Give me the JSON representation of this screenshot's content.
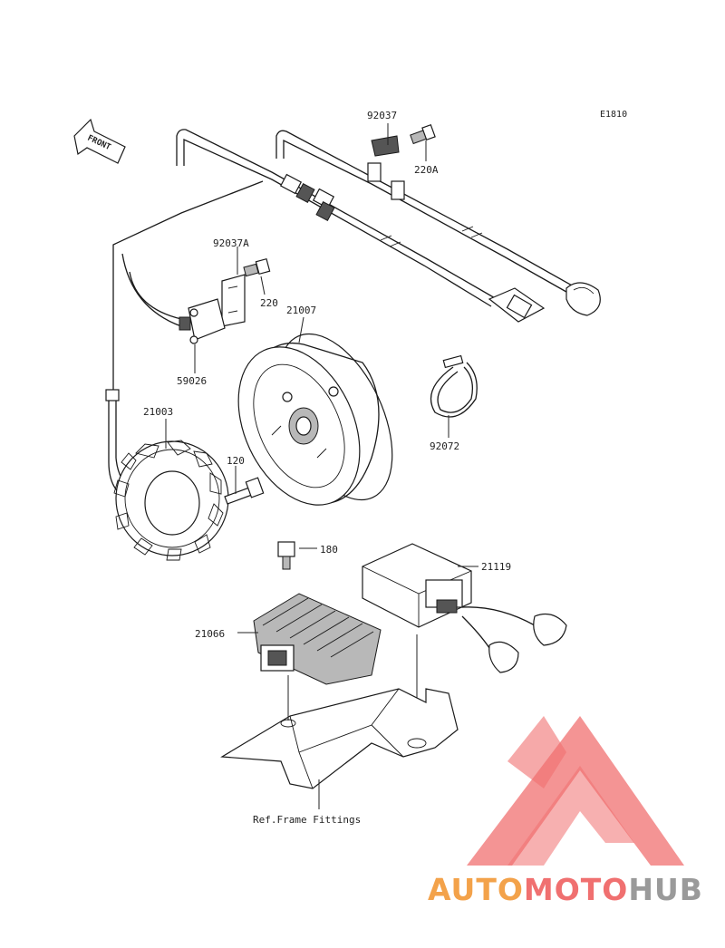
{
  "diagram_code": "E1810",
  "front_marker": "FRONT",
  "parts": [
    {
      "id": "p92037",
      "label": "92037"
    },
    {
      "id": "p220A",
      "label": "220A"
    },
    {
      "id": "p92037A",
      "label": "92037A"
    },
    {
      "id": "p220",
      "label": "220"
    },
    {
      "id": "p21007",
      "label": "21007"
    },
    {
      "id": "p59026",
      "label": "59026"
    },
    {
      "id": "p92072",
      "label": "92072"
    },
    {
      "id": "p21003",
      "label": "21003"
    },
    {
      "id": "p120",
      "label": "120"
    },
    {
      "id": "p180",
      "label": "180"
    },
    {
      "id": "p21119",
      "label": "21119"
    },
    {
      "id": "p21066",
      "label": "21066"
    }
  ],
  "reference_note": "Ref.Frame Fittings",
  "watermark": {
    "text_part1": "AUTO",
    "text_part2": "MOTO",
    "text_part3": "HUB",
    "color_orange": "#f3a24a",
    "color_red": "#f07070",
    "color_grey": "#9a9a9a"
  }
}
